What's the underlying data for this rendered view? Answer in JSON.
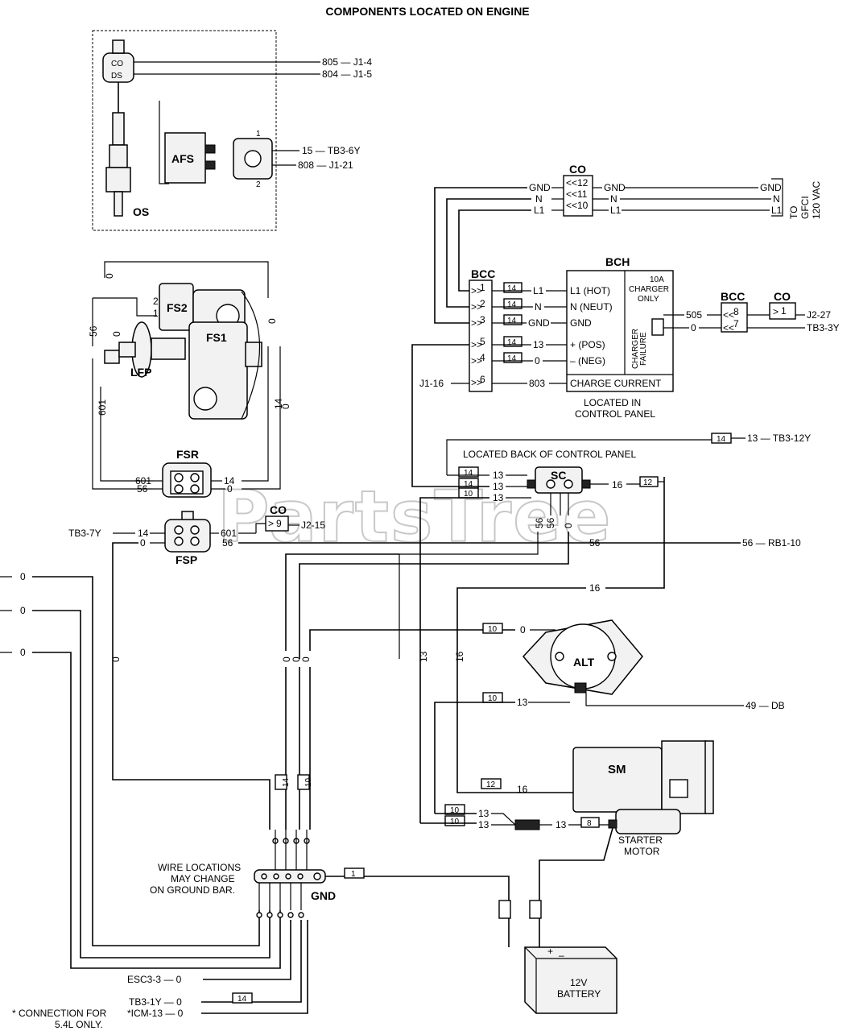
{
  "title": "COMPONENTS LOCATED ON ENGINE",
  "watermark": "PartsTree",
  "components": {
    "os": "OS",
    "afs": "AFS",
    "fs2": "FS2",
    "fs1": "FS1",
    "lfp": "LFP",
    "fsr": "FSR",
    "fsp": "FSP",
    "bch": "BCH",
    "bcc": "BCC",
    "co": "CO",
    "sc": "SC",
    "alt": "ALT",
    "sm": "SM",
    "gnd": "GND"
  },
  "os_wires": {
    "w805": "805 — J1-4",
    "w804": "804 — J1-5"
  },
  "afs_wires": {
    "w15": "15 — TB3-6Y",
    "w808": "808 — J1-21",
    "pin1": "1",
    "pin2": "2"
  },
  "co_top": {
    "pins": [
      "12",
      "11",
      "10"
    ],
    "left": [
      "GND",
      "N",
      "L1"
    ],
    "right": [
      "GND",
      "N",
      "L1"
    ],
    "far": [
      "GND",
      "N",
      "L1"
    ],
    "gfci": [
      "TO",
      "GFCI",
      "120 VAC"
    ]
  },
  "bcc_main": {
    "pins": [
      "1",
      "2",
      "3",
      "5",
      "4",
      "6"
    ],
    "badges": [
      "14",
      "14",
      "14",
      "14",
      "14"
    ],
    "wires": [
      "L1",
      "N",
      "GND",
      "13",
      "0",
      "803"
    ],
    "j1": "J1-16"
  },
  "bch_box": {
    "rows": [
      "L1 (HOT)",
      "N (NEUT)",
      "GND",
      "+ (POS)",
      "– (NEG)"
    ],
    "charge_current": "CHARGE CURRENT",
    "note": [
      "10A",
      "CHARGER",
      "ONLY"
    ],
    "failure": [
      "CHARGER",
      "FAILURE"
    ],
    "located": [
      "LOCATED IN",
      "CONTROL PANEL"
    ]
  },
  "bcc_side": {
    "wires": [
      "505",
      "0"
    ],
    "pins": [
      "8",
      "7"
    ],
    "co_pin": "1",
    "right": [
      "J2-27",
      "TB3-3Y"
    ]
  },
  "sc_area": {
    "located_back": "LOCATED BACK OF CONTROL PANEL",
    "tb3_12y": "13 — TB3-12Y",
    "badge_top": "14",
    "badges": [
      "14",
      "14",
      "10"
    ],
    "wires": [
      "13",
      "13",
      "13"
    ],
    "w16": "16",
    "badge12": "12",
    "v56a": "56",
    "v56b": "56",
    "v0": "0"
  },
  "fs_labels": {
    "zero_a": "0",
    "zero_b": "0",
    "zero_c": "0",
    "w56": "56",
    "w601": "601",
    "w14": "14",
    "w0": "0",
    "pin2": "2",
    "pin1": "1"
  },
  "fsr_wires": {
    "w601": "601",
    "w56": "56",
    "w14": "14",
    "w0": "0"
  },
  "fsp_wires": {
    "tb3_7y": "TB3-7Y",
    "w14": "14",
    "w0": "0",
    "w601": "601",
    "w56": "56",
    "co_pin": "9",
    "j2_15": "J2-15"
  },
  "main_wires": {
    "w56": "56",
    "rb1": "56 — RB1-10",
    "w16": "16",
    "left_zeros": [
      "0",
      "0",
      "0"
    ],
    "v0": "0",
    "v000": [
      "0",
      "0",
      "0"
    ],
    "v13": "13",
    "v16": "16"
  },
  "alt_area": {
    "badge10a": "10",
    "w0": "0",
    "badge10b": "10",
    "w13": "13",
    "db": "49 — DB"
  },
  "sm_area": {
    "badge12": "12",
    "w16": "16",
    "badge10a": "10",
    "badge10b": "10",
    "w13a": "13",
    "w13b": "13",
    "w13c": "13",
    "badge8": "8",
    "starter": [
      "STARTER",
      "MOTOR"
    ]
  },
  "ground_area": {
    "badge14": "14",
    "badge10": "10",
    "note": [
      "WIRE LOCATIONS",
      "MAY CHANGE",
      "ON GROUND BAR."
    ],
    "badge1": "1",
    "esc": "ESC3-3 — 0",
    "tb3_1y": "TB3-1Y — 0",
    "icm": "*ICM-13 — 0",
    "badge14b": "14",
    "footnote": [
      "* CONNECTION FOR",
      "5.4L ONLY."
    ]
  },
  "battery": {
    "label": [
      "12V",
      "BATTERY"
    ],
    "plus": "+",
    "minus": "–"
  }
}
